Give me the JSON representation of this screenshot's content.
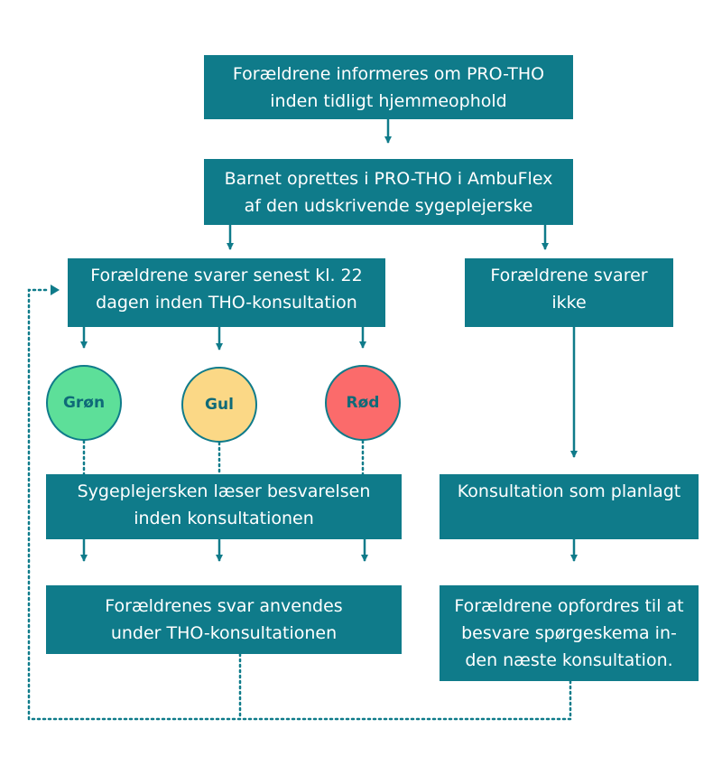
{
  "boxes": {
    "informed": [
      "Forældrene informeres om PRO-THO",
      "inden tidligt hjemmeophold"
    ],
    "created": [
      "Barnet oprettes i PRO-THO i AmbuFlex",
      "af den udskrivende sygeplejerske"
    ],
    "answers": [
      "Forældrene svarer senest kl. 22",
      "dagen inden THO-konsultation"
    ],
    "no_answer": [
      "Forældrene svarer",
      "ikke"
    ],
    "nurse_reads": [
      "Sygeplejersken læser besvarelsen",
      "inden konsultationen"
    ],
    "consult_planned": [
      "Konsultation som planlagt"
    ],
    "answers_used": [
      "Forældrenes svar anvendes",
      "under THO-konsultationen"
    ],
    "encouraged": [
      "Forældrene opfordres til at",
      "besvare spørgeskema in-",
      "den næste konsultation."
    ]
  },
  "circles": {
    "green": "Grøn",
    "yellow": "Gul",
    "red": "Rød"
  },
  "colors": {
    "box": "#0f7b8a",
    "green": "#5ddf99",
    "yellow": "#fbd886",
    "red": "#fb6b6b"
  }
}
